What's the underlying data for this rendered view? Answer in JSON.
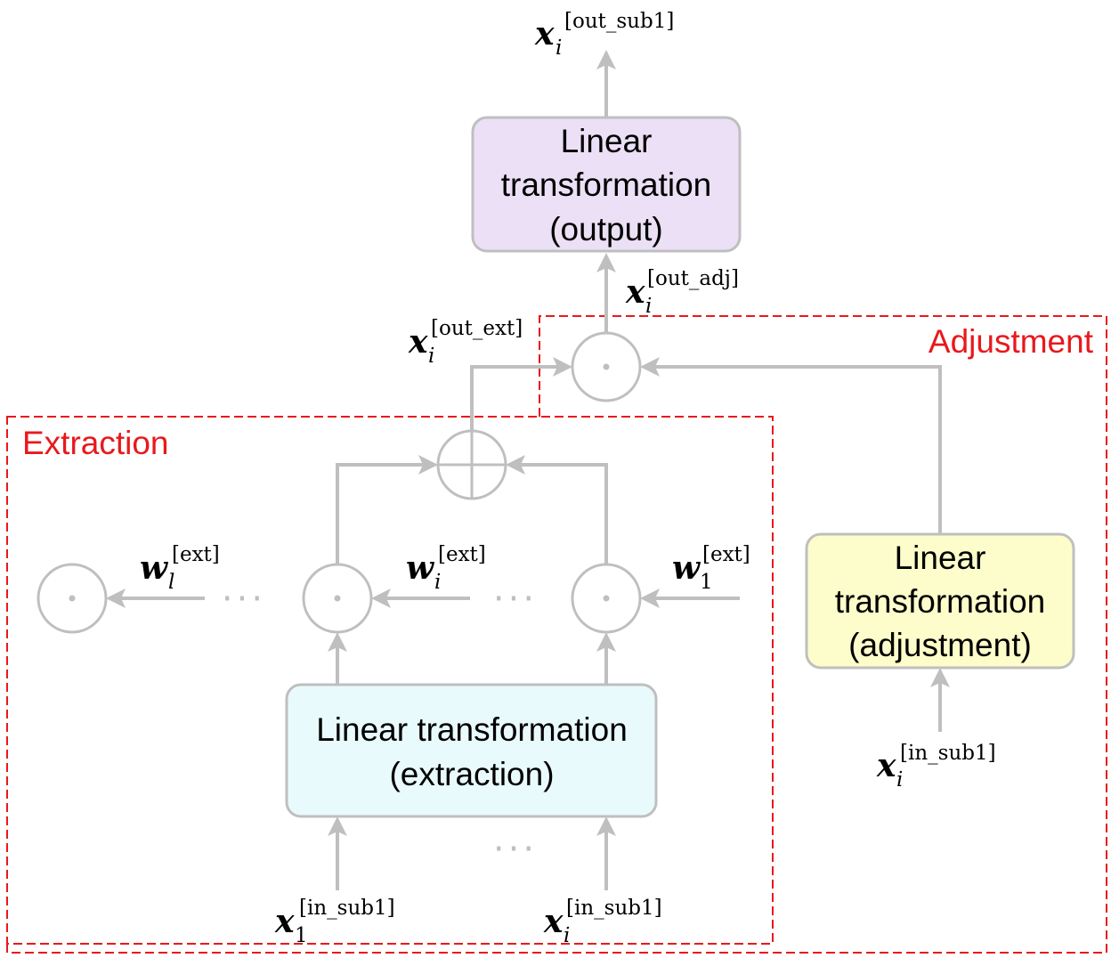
{
  "regions": {
    "adjustment": {
      "label": "Adjustment"
    },
    "extraction": {
      "label": "Extraction"
    }
  },
  "boxes": {
    "output": {
      "lines": [
        "Linear",
        "transformation",
        "(output)"
      ],
      "fill": "#ebe0f5"
    },
    "adjustment": {
      "lines": [
        "Linear",
        "transformation",
        "(adjustment)"
      ],
      "fill": "#fdfdcb"
    },
    "extraction": {
      "lines": [
        "Linear transformation",
        "(extraction)"
      ],
      "fill": "#e9fafc"
    }
  },
  "labels": {
    "x_out_sub1": {
      "symbol": "x",
      "sub": "i",
      "sup": "[out_sub1]"
    },
    "x_out_adj": {
      "symbol": "x",
      "sub": "i",
      "sup": "[out_adj]"
    },
    "x_out_ext": {
      "symbol": "x",
      "sub": "i",
      "sup": "[out_ext]"
    },
    "w_l": {
      "symbol": "w",
      "sub": "l",
      "sup": "[ext]"
    },
    "w_i": {
      "symbol": "w",
      "sub": "i",
      "sup": "[ext]"
    },
    "w_1": {
      "symbol": "w",
      "sub": "1",
      "sup": "[ext]"
    },
    "x_in_1": {
      "symbol": "x",
      "sub": "1",
      "sup": "[in_sub1]"
    },
    "x_in_i": {
      "symbol": "x",
      "sub": "i",
      "sup": "[in_sub1]"
    },
    "x_in_adj": {
      "symbol": "x",
      "sub": "i",
      "sup": "[in_sub1]"
    }
  },
  "ellipsis": "···",
  "operators": {
    "product": "hadamard-product-icon",
    "sum": "elementwise-sum-icon"
  },
  "colors": {
    "region": "#e8191c",
    "arrow": "#bfbfbf",
    "border": "#bfbfbf",
    "text": "#000000"
  }
}
